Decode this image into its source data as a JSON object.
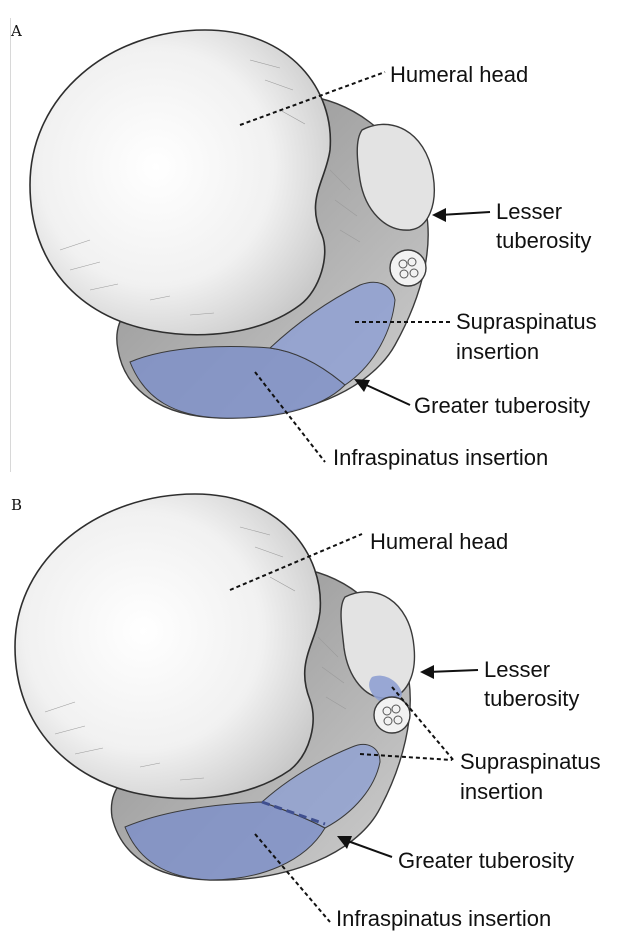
{
  "panels": [
    {
      "letter": "A",
      "labels": {
        "humeral_head": "Humeral head",
        "lesser_line1": "Lesser",
        "lesser_line2": "tuberosity",
        "supra_line1": "Supraspinatus",
        "supra_line2": "insertion",
        "greater": "Greater tuberosity",
        "infra": "Infraspinatus insertion"
      }
    },
    {
      "letter": "B",
      "labels": {
        "humeral_head": "Humeral head",
        "lesser_line1": "Lesser",
        "lesser_line2": "tuberosity",
        "supra_line1": "Supraspinatus",
        "supra_line2": "insertion",
        "greater": "Greater tuberosity",
        "infra": "Infraspinatus insertion"
      }
    }
  ],
  "colors": {
    "bone_fill": "#e9e9e9",
    "bone_shadow": "#9a9a9a",
    "insertion_blue": "#7f90c8",
    "outline": "#3a3a3a"
  }
}
